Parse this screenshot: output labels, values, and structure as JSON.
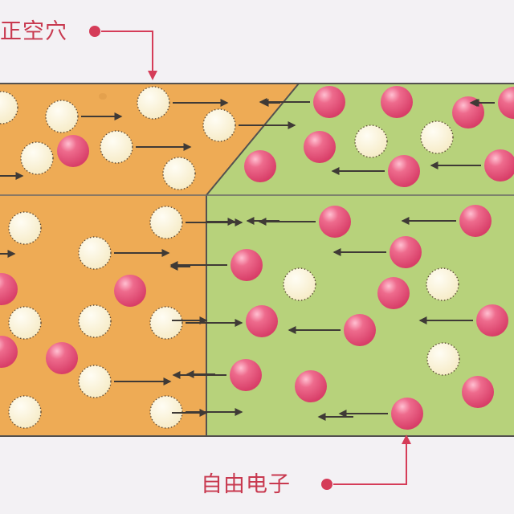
{
  "labels": {
    "holes": "正空穴",
    "free_electrons": "自由电子"
  },
  "colors": {
    "background": "#f3f1f4",
    "p_region": "#eeab55",
    "n_region": "#b7d27b",
    "boundary": "#53514f",
    "hole": "#fbf3d5",
    "electron": "#e65578",
    "arrow": "#3f3a36",
    "callout": "#d53c58"
  },
  "particles": {
    "holes": [
      {
        "id": "h1"
      },
      {
        "id": "h2"
      },
      {
        "id": "h3"
      },
      {
        "id": "h4"
      },
      {
        "id": "h5"
      },
      {
        "id": "h6"
      },
      {
        "id": "h7"
      },
      {
        "id": "h8"
      },
      {
        "id": "h9"
      },
      {
        "id": "h10"
      },
      {
        "id": "h11"
      },
      {
        "id": "h12"
      },
      {
        "id": "h13"
      },
      {
        "id": "h14"
      },
      {
        "id": "h15"
      },
      {
        "id": "h16"
      },
      {
        "id": "h17"
      },
      {
        "id": "h18"
      },
      {
        "id": "h19"
      },
      {
        "id": "h20"
      },
      {
        "id": "h21"
      },
      {
        "id": "h22"
      },
      {
        "id": "h23"
      },
      {
        "id": "h24"
      },
      {
        "id": "h25"
      },
      {
        "id": "h26"
      },
      {
        "id": "h27"
      }
    ],
    "electrons": [
      {
        "id": "e1"
      },
      {
        "id": "e2"
      },
      {
        "id": "e3"
      },
      {
        "id": "e4"
      },
      {
        "id": "e5"
      },
      {
        "id": "e6"
      },
      {
        "id": "e7"
      },
      {
        "id": "e8"
      },
      {
        "id": "e9"
      },
      {
        "id": "e10"
      },
      {
        "id": "e11"
      },
      {
        "id": "e12"
      },
      {
        "id": "e13"
      },
      {
        "id": "e14"
      },
      {
        "id": "e15"
      },
      {
        "id": "e16"
      },
      {
        "id": "e17"
      },
      {
        "id": "e18"
      },
      {
        "id": "e19"
      },
      {
        "id": "e20"
      },
      {
        "id": "e21"
      },
      {
        "id": "e22"
      },
      {
        "id": "e23"
      },
      {
        "id": "e24"
      },
      {
        "id": "e25"
      }
    ]
  }
}
